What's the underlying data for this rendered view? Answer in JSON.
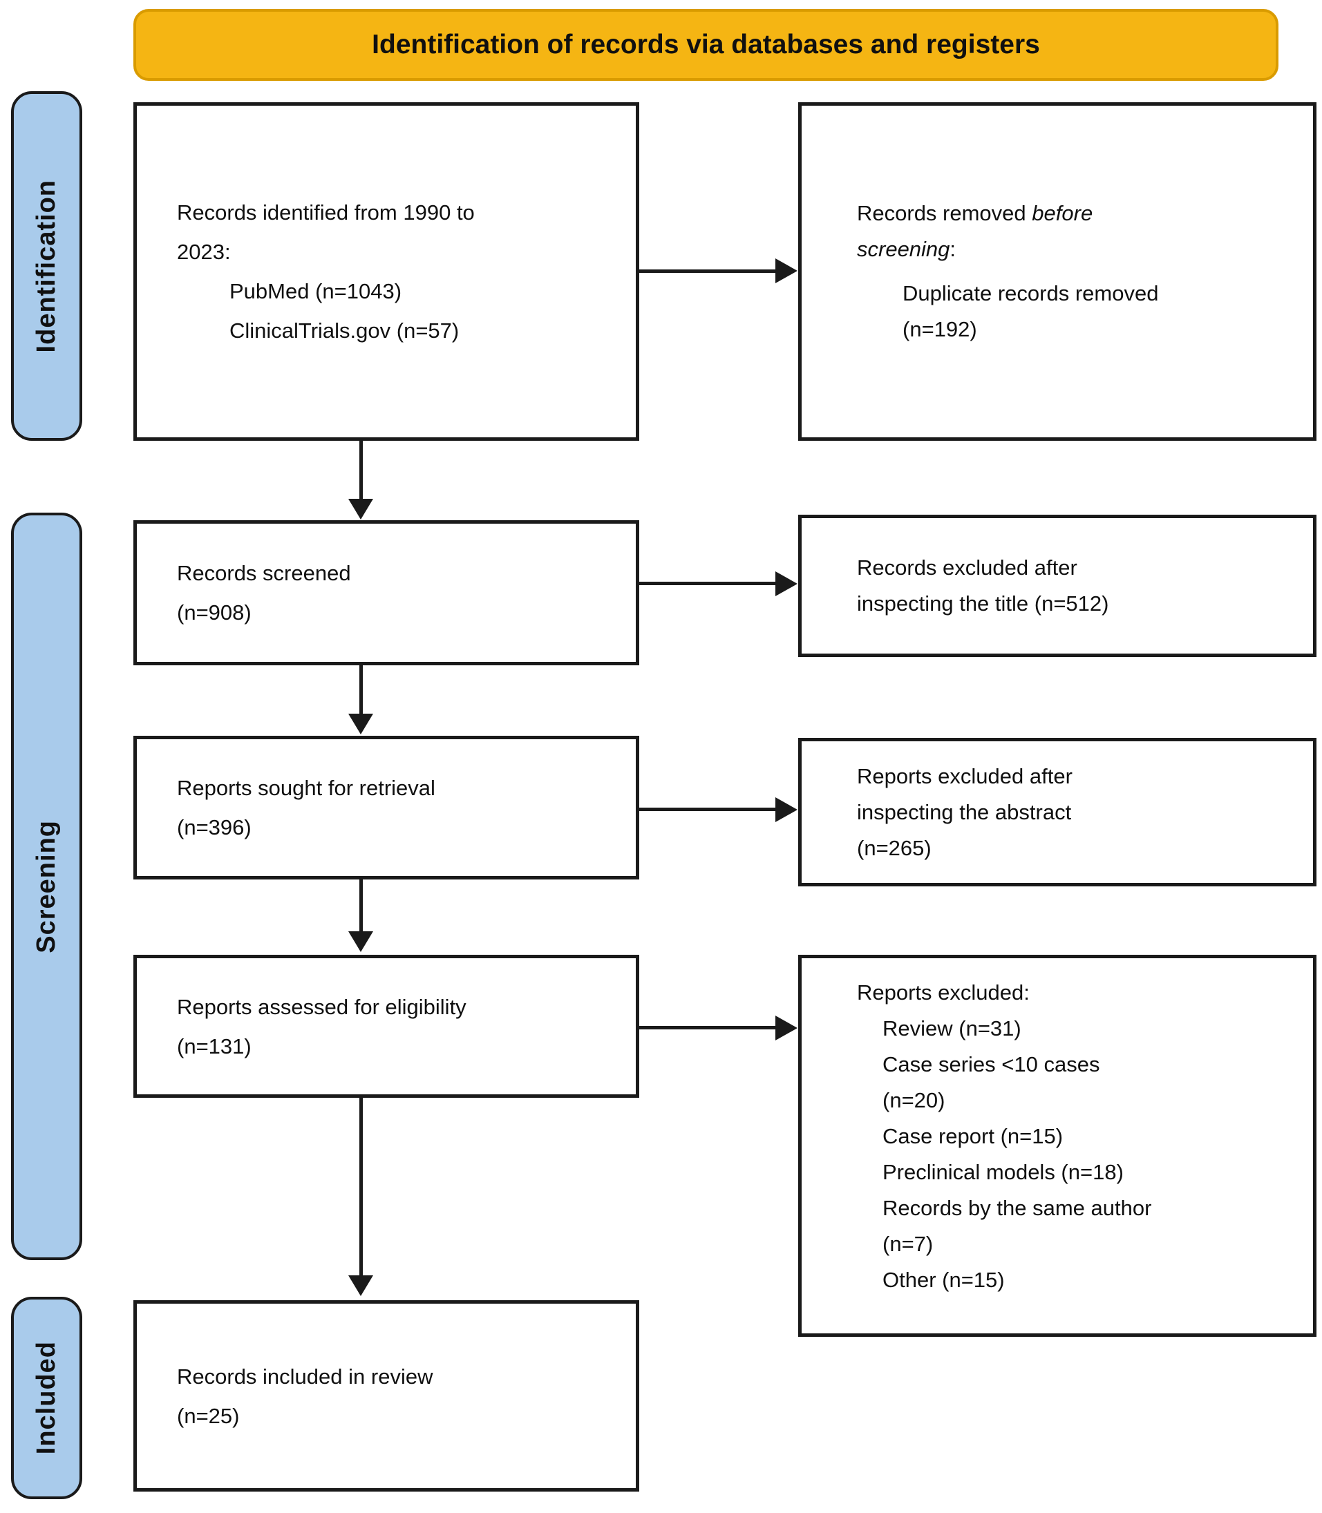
{
  "banner": {
    "title": "Identification of records via databases and registers"
  },
  "stages": {
    "identification": "Identification",
    "screening": "Screening",
    "included": "Included"
  },
  "boxes": {
    "records_identified": {
      "line1": "Records identified from 1990 to",
      "line2": "2023:",
      "items": [
        "PubMed (n=1043)",
        "ClinicalTrials.gov (n=57)"
      ]
    },
    "records_removed": {
      "lead": "Records removed ",
      "italic_word1": "before",
      "italic_word2": "screening",
      "colon": ":",
      "item_line1": "Duplicate records removed",
      "item_line2": "(n=192)"
    },
    "records_screened": {
      "line1": "Records screened",
      "line2": "(n=908)"
    },
    "records_excluded_title": {
      "line1": "Records excluded after",
      "line2": "inspecting the title (n=512)"
    },
    "reports_sought": {
      "line1": "Reports sought for retrieval",
      "line2": "(n=396)"
    },
    "reports_excluded_abstract": {
      "line1": "Reports excluded after",
      "line2": "inspecting the abstract",
      "line3": "(n=265)"
    },
    "reports_assessed": {
      "line1": "Reports assessed for eligibility",
      "line2": "(n=131)"
    },
    "reports_excluded": {
      "title": "Reports excluded:",
      "item_lines": [
        "Review (n=31)",
        "Case series <10 cases",
        "(n=20)",
        "Case report (n=15)",
        "Preclinical models (n=18)",
        "Records by the same author",
        "(n=7)",
        "Other (n=15)"
      ]
    },
    "records_included": {
      "line1": "Records included in review",
      "line2": "(n=25)"
    }
  },
  "colors": {
    "banner_fill": "#F5B513",
    "banner_border": "#D99B00",
    "stage_fill": "#A9CBEB",
    "line_color": "#1A1A1A"
  }
}
